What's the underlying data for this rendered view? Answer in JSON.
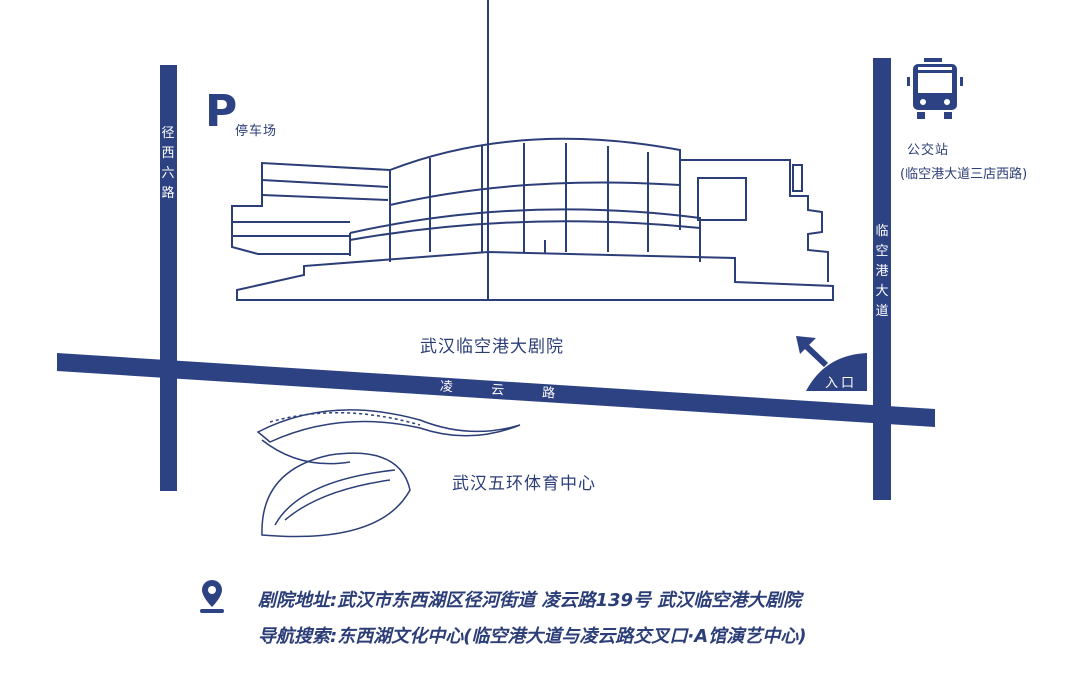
{
  "roads": {
    "west_road": "径西六路",
    "east_road": "临空港大道",
    "main_road": [
      "凌",
      "云",
      "路"
    ]
  },
  "parking": {
    "icon_letter": "P",
    "label": "停车场"
  },
  "bus_stop": {
    "label": "公交站",
    "sublabel": "(临空港大道三店西路)"
  },
  "entrance": {
    "label": "入口"
  },
  "landmarks": {
    "theatre": "武汉临空港大剧院",
    "stadium": "武汉五环体育中心"
  },
  "info": {
    "address": "剧院地址:武汉市东西湖区径河街道 凌云路139号 武汉临空港大剧院",
    "navigation": "导航搜索:东西湖文化中心(临空港大道与凌云路交叉口·A馆演艺中心)"
  },
  "colors": {
    "navy": "#2c4282"
  }
}
